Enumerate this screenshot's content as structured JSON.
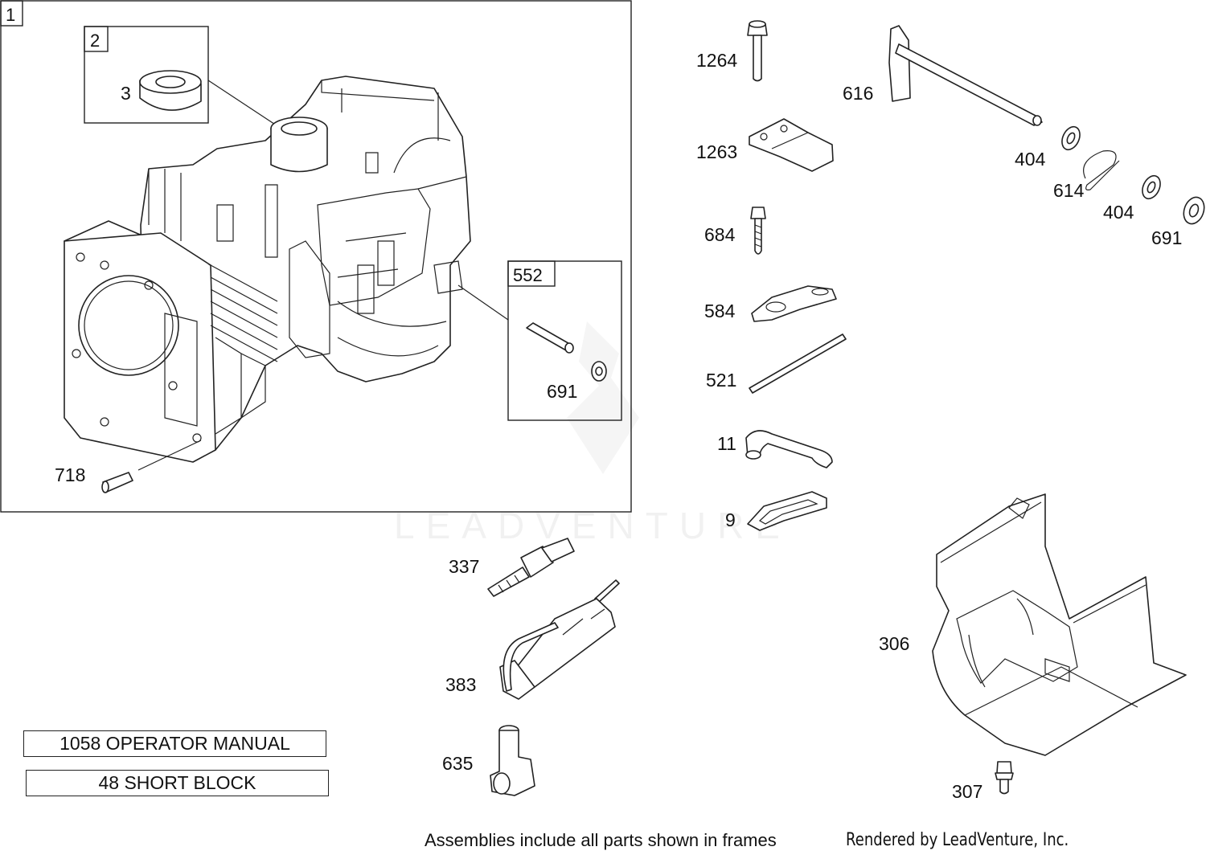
{
  "frames": {
    "short_block": "1",
    "gasket_kit": "2",
    "pin_kit": "552"
  },
  "labels": {
    "p3": "3",
    "p718": "718",
    "p691a": "691",
    "p1264": "1264",
    "p616": "616",
    "p404a": "404",
    "p614": "614",
    "p404b": "404",
    "p691b": "691",
    "p1263": "1263",
    "p684": "684",
    "p584": "584",
    "p521": "521",
    "p11": "11",
    "p9": "9",
    "p337": "337",
    "p383": "383",
    "p635": "635",
    "p306": "306",
    "p307": "307"
  },
  "notes": {
    "operator_manual": "1058 OPERATOR MANUAL",
    "short_block": "48 SHORT BLOCK",
    "assemblies": "Assemblies include all parts shown in frames",
    "credit": "Rendered by LeadVenture, Inc.",
    "watermark": "LEADVENTURE"
  }
}
